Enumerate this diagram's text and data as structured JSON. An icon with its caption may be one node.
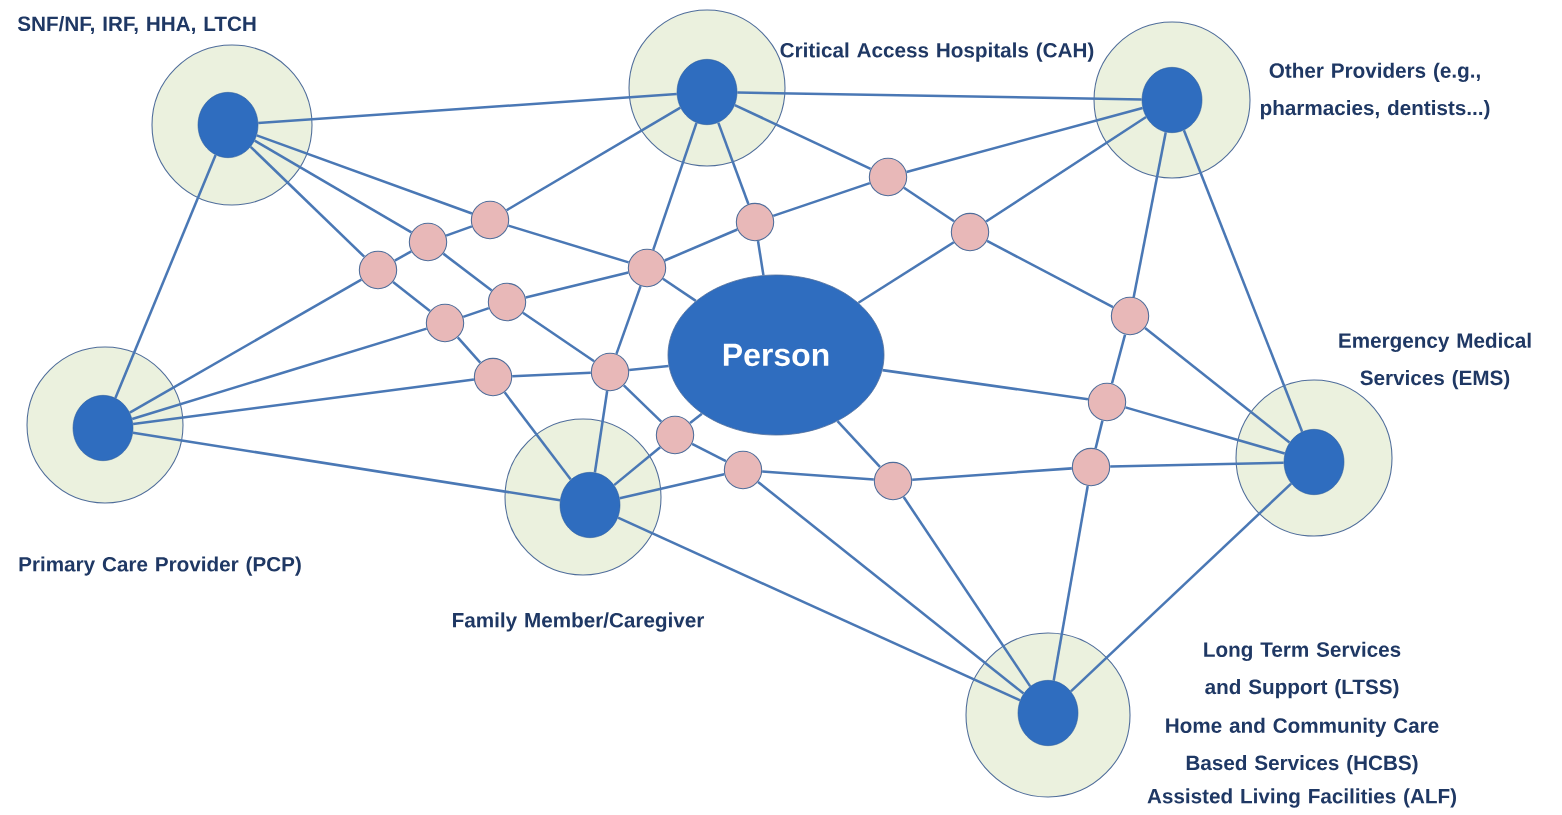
{
  "diagram": {
    "nodes": [
      {
        "text": [
          "SNF/NF, IRF, HHA, LTCH"
        ]
      },
      {
        "text": [],
        "shape": "circle",
        "in": 0
      },
      {
        "text": [
          "Critical Access Hospitals (CAH)"
        ]
      },
      {
        "text": [],
        "shape": "circle",
        "in": 2
      },
      {
        "text": [
          "Other Providers (e.g., pharmacies, dentists...)"
        ]
      },
      {
        "text": [],
        "shape": "circle",
        "in": 4
      },
      {
        "text": [
          "Person"
        ]
      },
      {
        "text": [
          "Primary Care Provider (PCP)"
        ]
      },
      {
        "text": [],
        "shape": "circle",
        "in": 7
      },
      {
        "text": [
          "Emergency Medical Services (EMS)"
        ]
      },
      {
        "text": [],
        "shape": "circle",
        "in": 9
      },
      {
        "text": [
          "Family Member/Caregiver"
        ]
      },
      {
        "text": [],
        "shape": "circle",
        "in": 11
      },
      {
        "text": [
          "Long Term Services and Support (LTSS)",
          "Home and Community Care Based Services (HCBS)",
          "Assisted Living Facilities (ALF)"
        ]
      },
      {
        "text": [],
        "shape": "circle",
        "in": 13
      },
      {
        "text": [],
        "shape": "circle"
      },
      {
        "text": [],
        "shape": "circle"
      },
      {
        "text": [],
        "shape": "circle"
      },
      {
        "text": [],
        "shape": "circle"
      },
      {
        "text": [],
        "shape": "circle"
      },
      {
        "text": [],
        "shape": "circle"
      },
      {
        "text": [],
        "shape": "circle"
      },
      {
        "text": [],
        "shape": "circle"
      },
      {
        "text": [],
        "shape": "circle"
      },
      {
        "text": [],
        "shape": "circle"
      },
      {
        "text": [],
        "shape": "circle"
      },
      {
        "text": [],
        "shape": "circle"
      },
      {
        "text": [],
        "shape": "circle"
      },
      {
        "text": [],
        "shape": "circle"
      },
      {
        "text": [],
        "shape": "circle"
      },
      {
        "text": [],
        "shape": "circle"
      },
      {
        "text": [],
        "shape": "circle"
      }
    ],
    "edges": [
      {
        "from": 1,
        "to": 3,
        "arrow": "none"
      },
      {
        "from": 3,
        "to": 5,
        "arrow": "none"
      },
      {
        "from": 1,
        "to": 8,
        "arrow": "none"
      },
      {
        "from": 5,
        "to": 10,
        "arrow": "none"
      },
      {
        "from": 8,
        "to": 12,
        "arrow": "none"
      },
      {
        "from": 12,
        "to": 14,
        "arrow": "none"
      },
      {
        "from": 10,
        "to": 14,
        "arrow": "none"
      },
      {
        "from": 1,
        "to": 15,
        "arrow": "none"
      },
      {
        "from": 15,
        "to": 18,
        "arrow": "none"
      },
      {
        "from": 18,
        "to": 6,
        "arrow": "none"
      },
      {
        "from": 1,
        "to": 17,
        "arrow": "none"
      },
      {
        "from": 17,
        "to": 20,
        "arrow": "none"
      },
      {
        "from": 20,
        "to": 25,
        "arrow": "none"
      },
      {
        "from": 25,
        "to": 12,
        "arrow": "none"
      },
      {
        "from": 1,
        "to": 16,
        "arrow": "none"
      },
      {
        "from": 16,
        "to": 19,
        "arrow": "none"
      },
      {
        "from": 19,
        "to": 26,
        "arrow": "none"
      },
      {
        "from": 26,
        "to": 28,
        "arrow": "none"
      },
      {
        "from": 28,
        "to": 29,
        "arrow": "none"
      },
      {
        "from": 29,
        "to": 14,
        "arrow": "none"
      },
      {
        "from": 8,
        "to": 17,
        "arrow": "none"
      },
      {
        "from": 17,
        "to": 16,
        "arrow": "none"
      },
      {
        "from": 16,
        "to": 15,
        "arrow": "none"
      },
      {
        "from": 15,
        "to": 3,
        "arrow": "none"
      },
      {
        "from": 8,
        "to": 20,
        "arrow": "none"
      },
      {
        "from": 20,
        "to": 19,
        "arrow": "none"
      },
      {
        "from": 19,
        "to": 18,
        "arrow": "none"
      },
      {
        "from": 18,
        "to": 21,
        "arrow": "none"
      },
      {
        "from": 21,
        "to": 22,
        "arrow": "none"
      },
      {
        "from": 22,
        "to": 5,
        "arrow": "none"
      },
      {
        "from": 8,
        "to": 25,
        "arrow": "none"
      },
      {
        "from": 25,
        "to": 26,
        "arrow": "none"
      },
      {
        "from": 26,
        "to": 6,
        "arrow": "none"
      },
      {
        "from": 3,
        "to": 18,
        "arrow": "none"
      },
      {
        "from": 18,
        "to": 26,
        "arrow": "none"
      },
      {
        "from": 26,
        "to": 12,
        "arrow": "none"
      },
      {
        "from": 3,
        "to": 21,
        "arrow": "none"
      },
      {
        "from": 21,
        "to": 6,
        "arrow": "none"
      },
      {
        "from": 3,
        "to": 22,
        "arrow": "none"
      },
      {
        "from": 22,
        "to": 23,
        "arrow": "none"
      },
      {
        "from": 23,
        "to": 24,
        "arrow": "none"
      },
      {
        "from": 24,
        "to": 10,
        "arrow": "none"
      },
      {
        "from": 5,
        "to": 23,
        "arrow": "none"
      },
      {
        "from": 23,
        "to": 6,
        "arrow": "none"
      },
      {
        "from": 5,
        "to": 24,
        "arrow": "none"
      },
      {
        "from": 24,
        "to": 27,
        "arrow": "none"
      },
      {
        "from": 27,
        "to": 31,
        "arrow": "none"
      },
      {
        "from": 31,
        "to": 14,
        "arrow": "none"
      },
      {
        "from": 6,
        "to": 27,
        "arrow": "none"
      },
      {
        "from": 27,
        "to": 10,
        "arrow": "none"
      },
      {
        "from": 12,
        "to": 29,
        "arrow": "none"
      },
      {
        "from": 29,
        "to": 30,
        "arrow": "none"
      },
      {
        "from": 30,
        "to": 31,
        "arrow": "none"
      },
      {
        "from": 31,
        "to": 10,
        "arrow": "none"
      },
      {
        "from": 6,
        "to": 30,
        "arrow": "none"
      },
      {
        "from": 30,
        "to": 14,
        "arrow": "none"
      },
      {
        "from": 12,
        "to": 28,
        "arrow": "none"
      },
      {
        "from": 28,
        "to": 6,
        "arrow": "none"
      }
    ]
  }
}
